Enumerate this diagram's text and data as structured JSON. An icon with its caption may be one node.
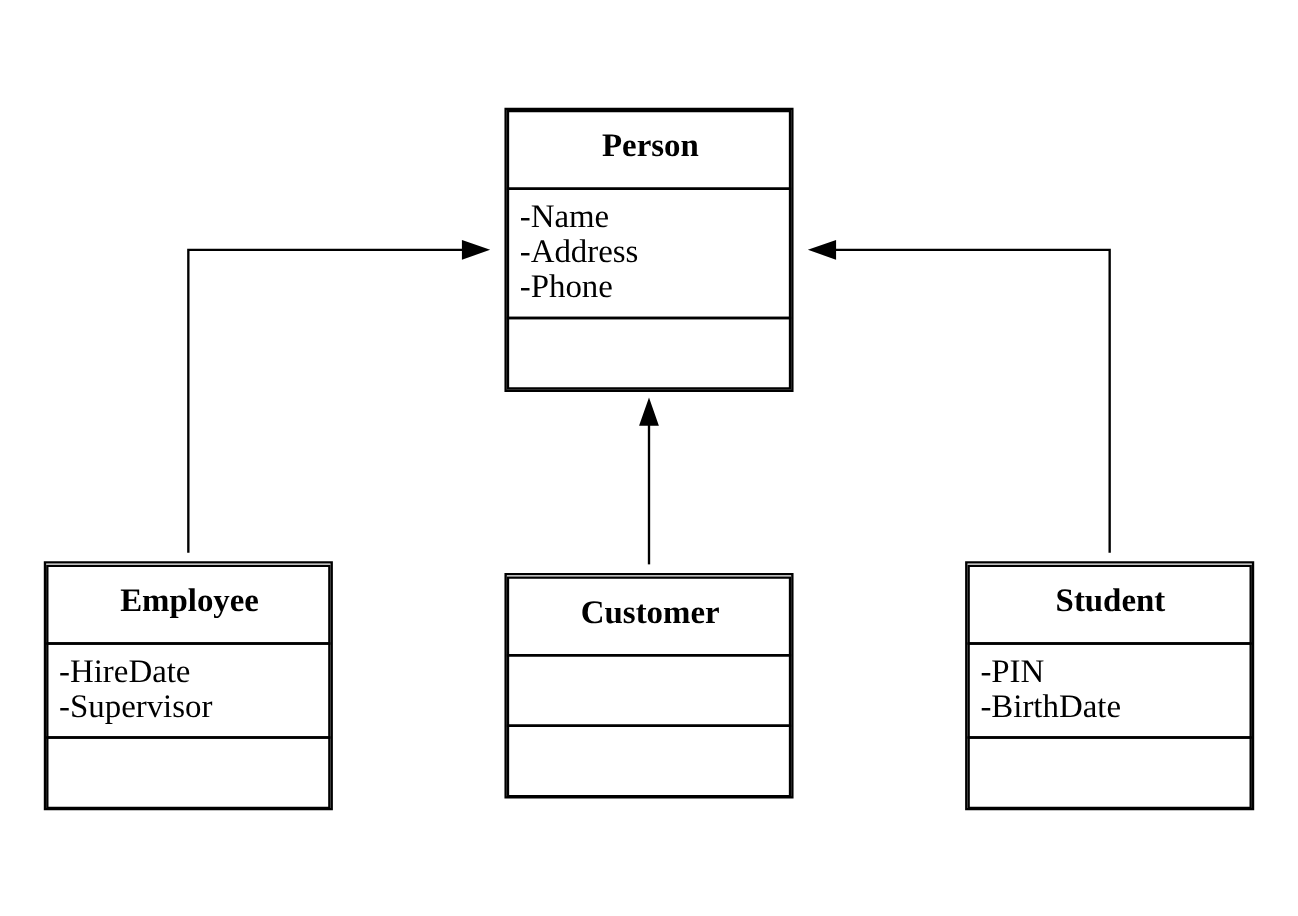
{
  "diagram": {
    "nodes": [
      {
        "text": [
          "Person",
          "-Name",
          "-Address",
          "-Phone"
        ]
      },
      {
        "text": [
          "Employee",
          "-HireDate",
          "-Supervisor"
        ]
      },
      {
        "text": [
          "Customer"
        ]
      },
      {
        "text": [
          "Student",
          "-PIN",
          "-BirthDate"
        ]
      }
    ],
    "edges": [
      {
        "from": 1,
        "to": 0,
        "arrow": "to"
      },
      {
        "from": 2,
        "to": 0,
        "arrow": "to"
      },
      {
        "from": 3,
        "to": 0,
        "arrow": "to"
      }
    ]
  }
}
